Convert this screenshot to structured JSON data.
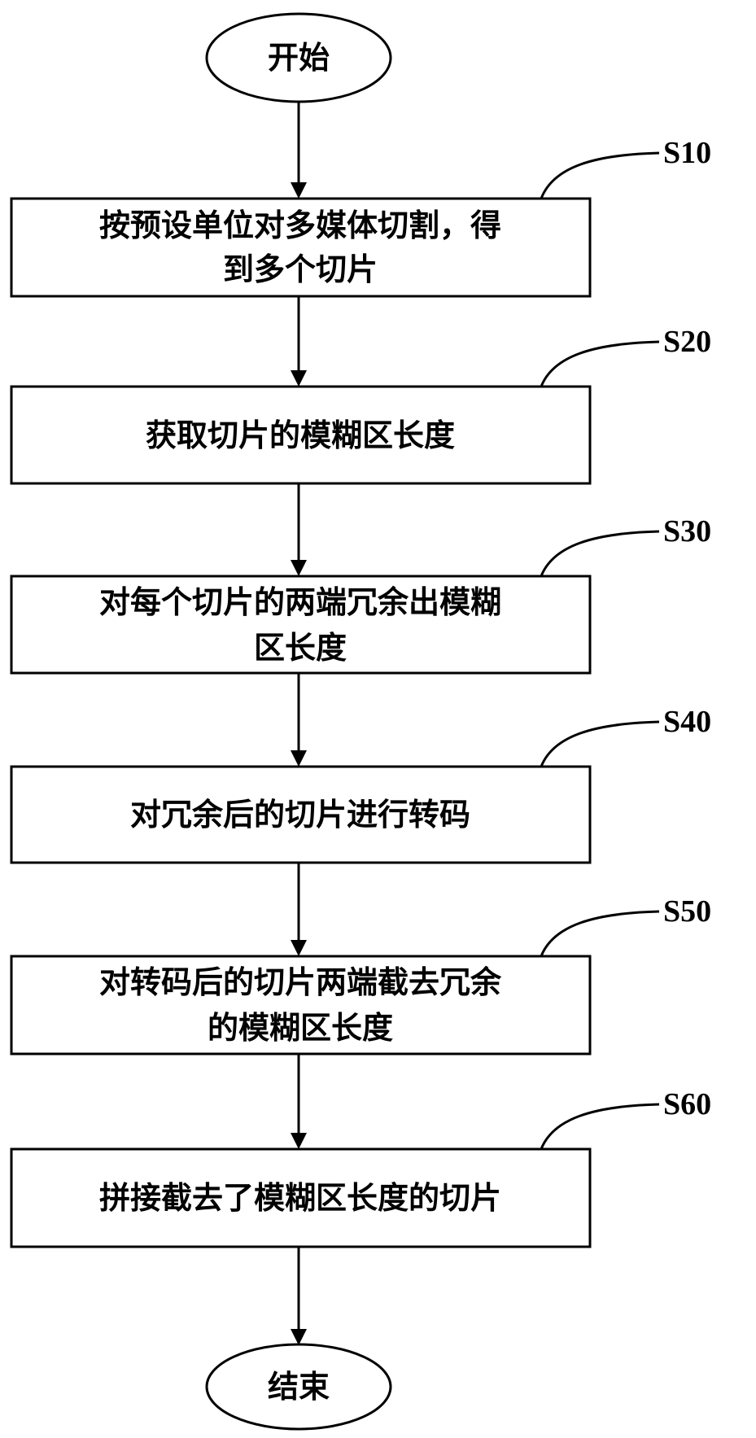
{
  "start": {
    "label": "开始"
  },
  "end": {
    "label": "结束"
  },
  "steps": [
    {
      "id": "S10",
      "lines": [
        "按预设单位对多媒体切割，得",
        "到多个切片"
      ]
    },
    {
      "id": "S20",
      "lines": [
        "获取切片的模糊区长度"
      ]
    },
    {
      "id": "S30",
      "lines": [
        "对每个切片的两端冗余出模糊",
        "区长度"
      ]
    },
    {
      "id": "S40",
      "lines": [
        "对冗余后的切片进行转码"
      ]
    },
    {
      "id": "S50",
      "lines": [
        "对转码后的切片两端截去冗余",
        "的模糊区长度"
      ]
    },
    {
      "id": "S60",
      "lines": [
        "拼接截去了模糊区长度的切片"
      ]
    }
  ]
}
